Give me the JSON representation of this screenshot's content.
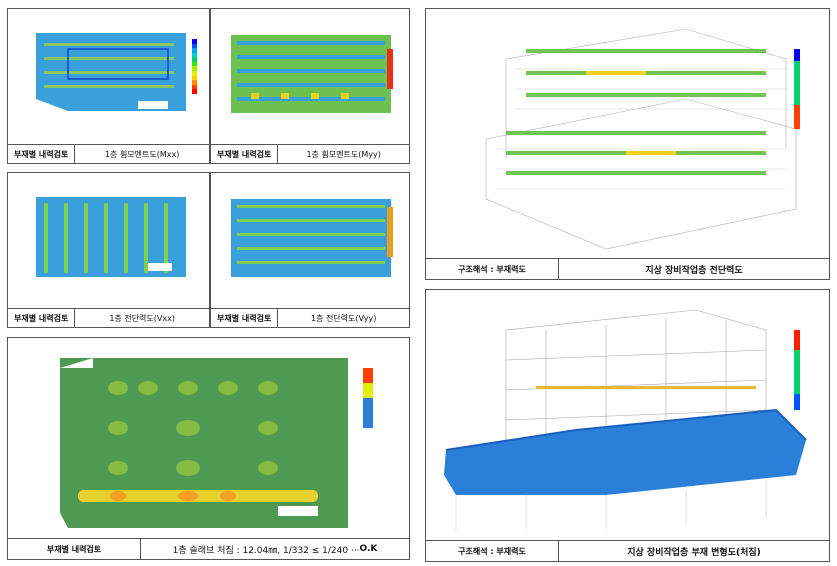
{
  "panels": {
    "p1": {
      "label": "부재별 내력검토",
      "caption": "1층 휨모멘트도(Mxx)"
    },
    "p2": {
      "label": "부재별 내력검토",
      "caption": "1층 휨모멘트도(Myy)"
    },
    "p3": {
      "label": "부재별 내력검토",
      "caption": "1층 전단력도(Vxx)"
    },
    "p4": {
      "label": "부재별 내력검토",
      "caption": "1층 전단력도(Vyy)"
    },
    "p5": {
      "label": "부재별 내력검토",
      "caption": "1층 슬래브 처짐 : 12.04㎜, 1/332 ≤ 1/240 ··· ",
      "ok": "O.K"
    },
    "r1": {
      "label": "구조해석 : 부재력도",
      "caption": "지상 장비작업층 전단력도"
    },
    "r2": {
      "label": "구조해석 : 부재력도",
      "caption": "지상 장비작업층 부재 변형도(처짐)"
    }
  },
  "colors": {
    "scale": [
      "#0000ff",
      "#0055ff",
      "#00a0ff",
      "#00d0d0",
      "#00d070",
      "#40e000",
      "#a0f000",
      "#e0f000",
      "#ffd000",
      "#ff9000",
      "#ff4000",
      "#ff0000"
    ],
    "slab": "#4e9a52",
    "plate": "#2a7fd8"
  }
}
